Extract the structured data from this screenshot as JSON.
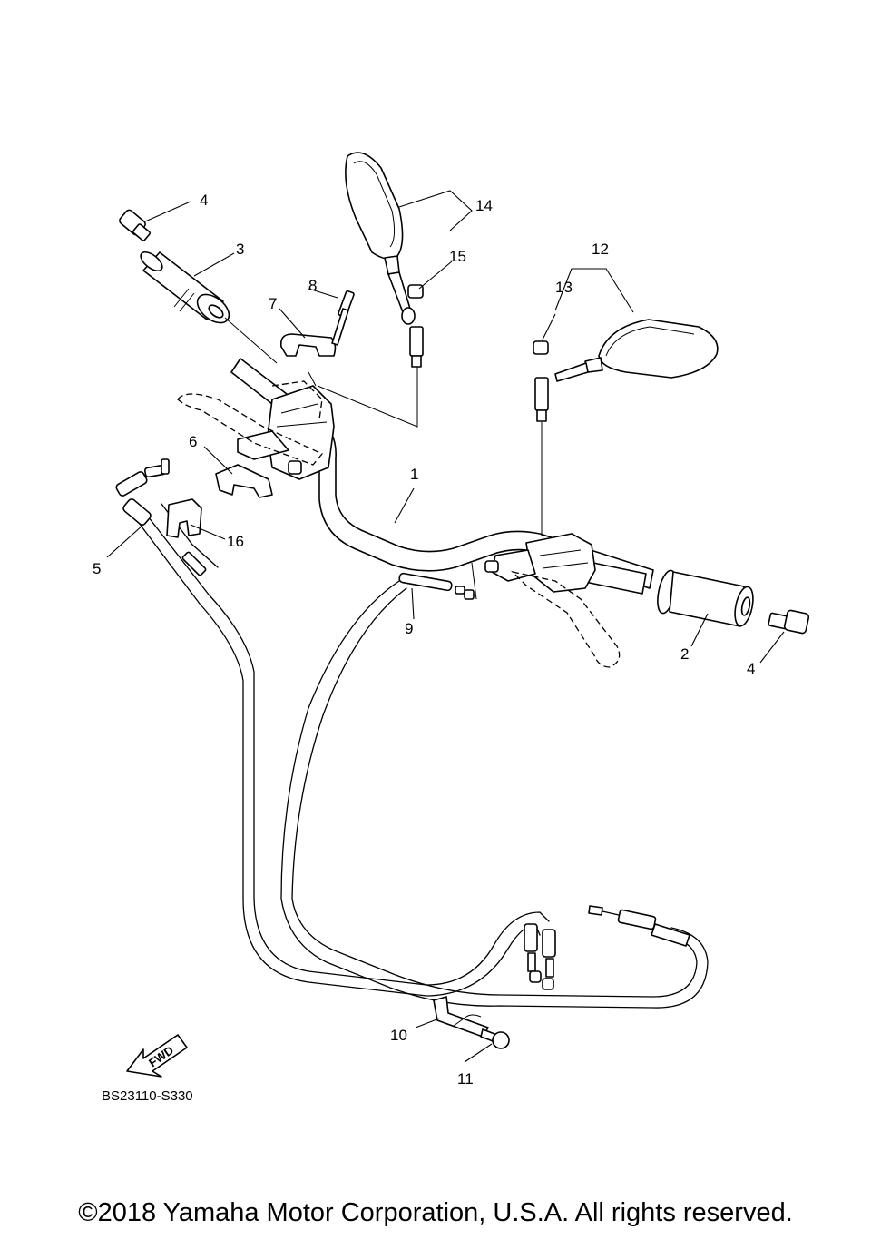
{
  "diagram": {
    "part_labels": [
      "1",
      "2",
      "3",
      "4",
      "4",
      "5",
      "6",
      "7",
      "8",
      "9",
      "10",
      "11",
      "12",
      "13",
      "14",
      "15",
      "16"
    ],
    "reference_code": "BS23110-S330",
    "fwd_label": "FWD"
  },
  "footer": {
    "copyright": "©2018 Yamaha Motor Corporation, U.S.A. All rights reserved."
  }
}
